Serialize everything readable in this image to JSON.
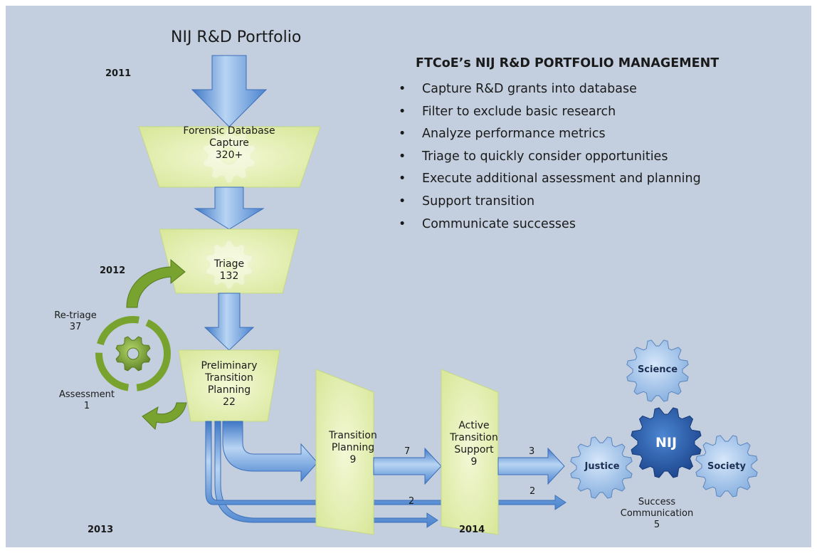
{
  "diagram": {
    "top_title": "NIJ R&D Portfolio",
    "years": {
      "y2011": "2011",
      "y2012": "2012",
      "y2013": "2013",
      "y2014": "2014"
    },
    "stages": {
      "capture": {
        "line1": "Forensic Database",
        "line2": "Capture",
        "count": "320+"
      },
      "triage": {
        "name": "Triage",
        "count": "132"
      },
      "prelim": {
        "line1": "Preliminary",
        "line2": "Transition",
        "line3": "Planning",
        "count": "22"
      },
      "transition_planning": {
        "line1": "Transition",
        "line2": "Planning",
        "count": "9"
      },
      "active_support": {
        "line1": "Active",
        "line2": "Transition",
        "line3": "Support",
        "count": "9"
      }
    },
    "loop": {
      "retriage_label": "Re-triage",
      "retriage_count": "37",
      "assessment_label": "Assessment",
      "assessment_count": "1"
    },
    "flow_numbers": {
      "to_active": "7",
      "to_success": "3",
      "lower_a": "2",
      "lower_b": "2"
    },
    "gears": {
      "science": "Science",
      "nij": "NIJ",
      "justice": "Justice",
      "society": "Society"
    },
    "success": {
      "line1": "Success",
      "line2": "Communication",
      "count": "5"
    }
  },
  "management": {
    "title": "FTCoE’s NIJ R&D PORTFOLIO MANAGEMENT",
    "bullet": "•",
    "items": [
      "Capture R&D grants into database",
      "Filter to exclude basic research",
      "Analyze performance metrics",
      "Triage to quickly consider opportunities",
      "Execute additional assessment and planning",
      "Support transition",
      "Communicate successes"
    ]
  },
  "colors": {
    "background": "#c3cfdf",
    "arrow_blue": "#6f9fd8",
    "funnel_green": "#e2edb4",
    "loop_green": "#79a32f",
    "gear_light": "#a9c8ec",
    "gear_dark": "#2058a8"
  }
}
